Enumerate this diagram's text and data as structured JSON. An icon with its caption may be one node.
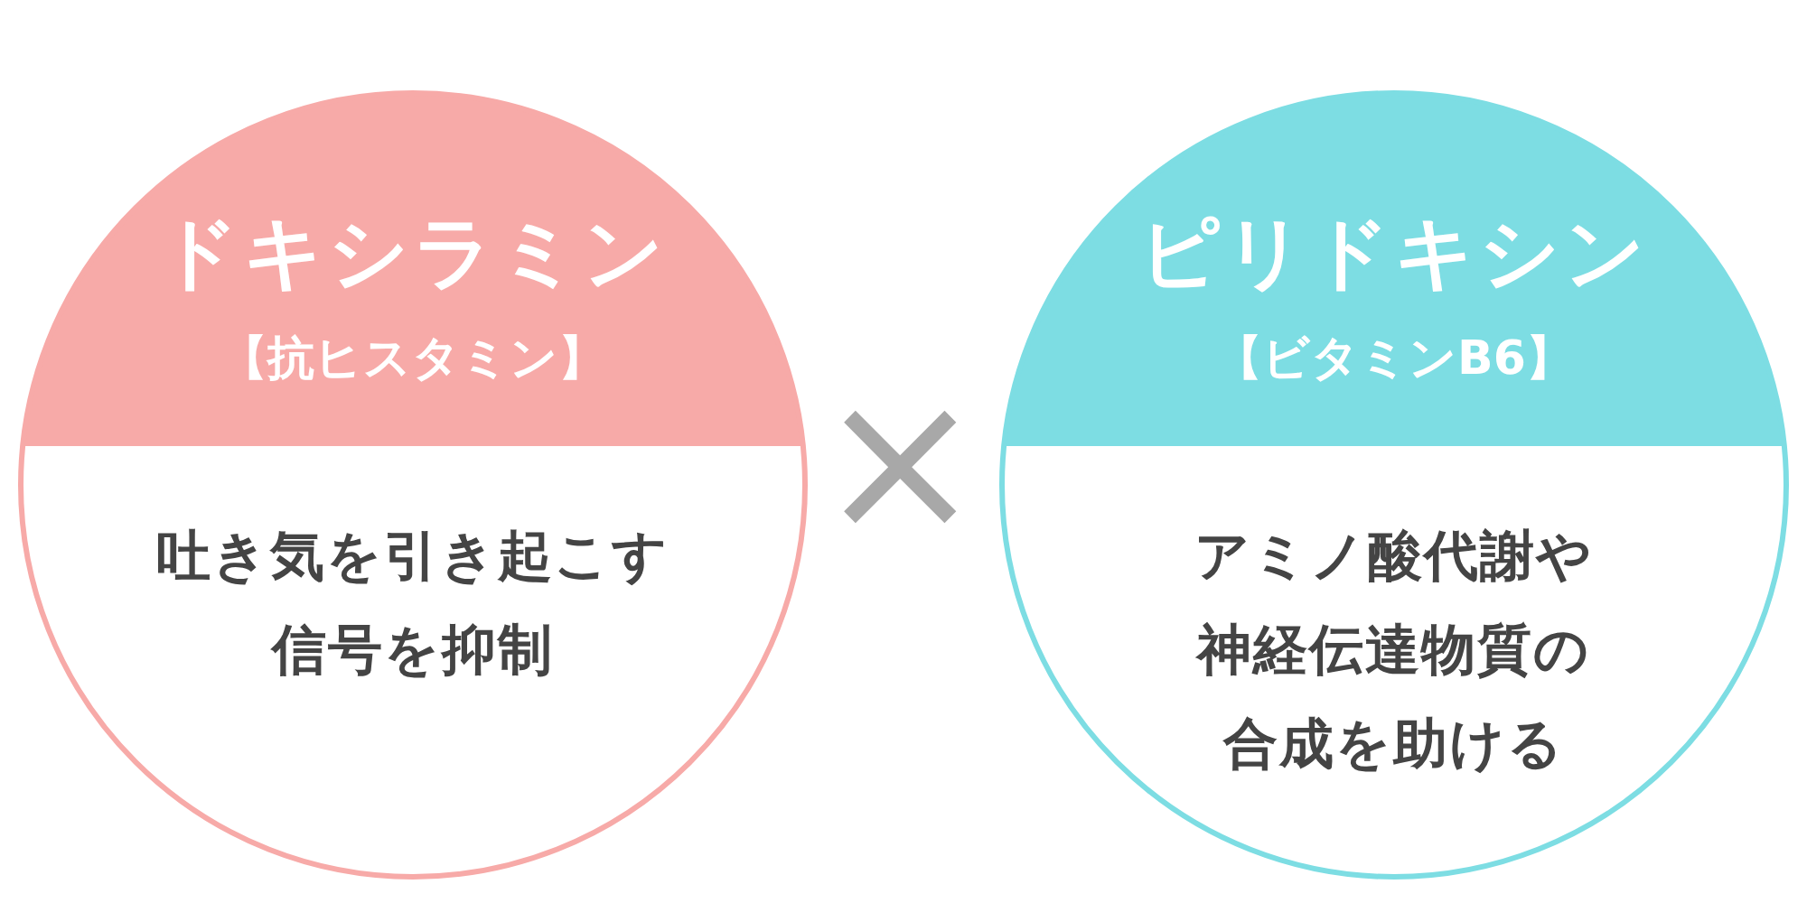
{
  "diagram": {
    "nodes": [
      {
        "text": [
          "ドキシラミン",
          "【抗ヒスタミン】",
          "吐き気を引き起こす信号を抑制"
        ]
      },
      {
        "text": [
          "ピリドキシン",
          "【ビタミンB6】",
          "アミノ酸代謝や神経伝達物質の合成を助ける"
        ]
      }
    ],
    "labels": [
      "×"
    ]
  }
}
